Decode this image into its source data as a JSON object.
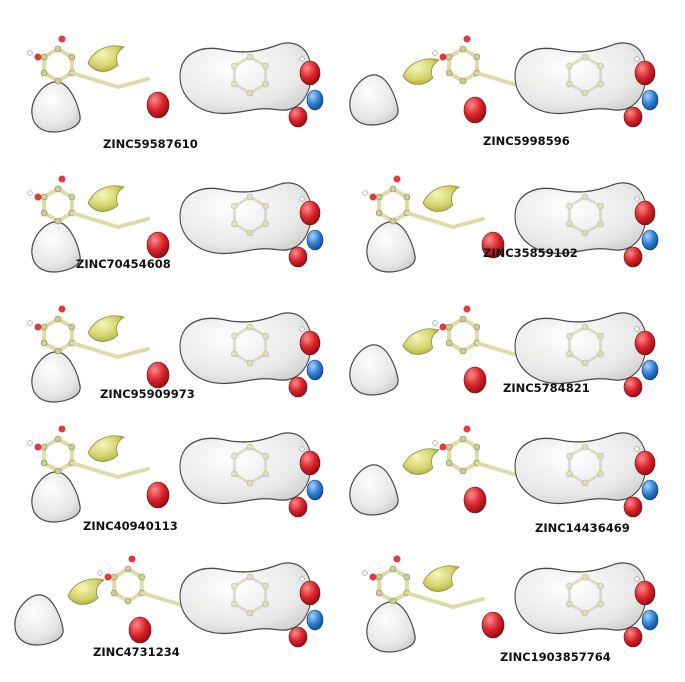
{
  "figure": {
    "panels": [
      {
        "id": "p1",
        "label": "ZINC59587610",
        "layout": "A"
      },
      {
        "id": "p2",
        "label": "ZINC5998596",
        "layout": "B"
      },
      {
        "id": "p3",
        "label": "ZINC70454608",
        "layout": "A"
      },
      {
        "id": "p4",
        "label": "ZINC35859102",
        "layout": "A"
      },
      {
        "id": "p5",
        "label": "ZINC95909973",
        "layout": "A"
      },
      {
        "id": "p6",
        "label": "ZINC5784821",
        "layout": "B"
      },
      {
        "id": "p7",
        "label": "ZINC40940113",
        "layout": "A"
      },
      {
        "id": "p8",
        "label": "ZINC14436469",
        "layout": "B"
      },
      {
        "id": "p9",
        "label": "ZINC4731234",
        "layout": "B"
      },
      {
        "id": "p10",
        "label": "ZINC1903857764",
        "layout": "A"
      }
    ],
    "colors": {
      "hydrophobic_surface": "#e9e9e9",
      "surface_outline": "#4a4a4a",
      "aromatic_feature": "#d8d870",
      "hbond_acceptor": "#d9232b",
      "hbond_donor": "#2f7fd6",
      "ligand_stick": "#dcdca8",
      "atom_hydrogen": "#f2f2f2",
      "atom_oxygen": "#e03a3a"
    }
  }
}
